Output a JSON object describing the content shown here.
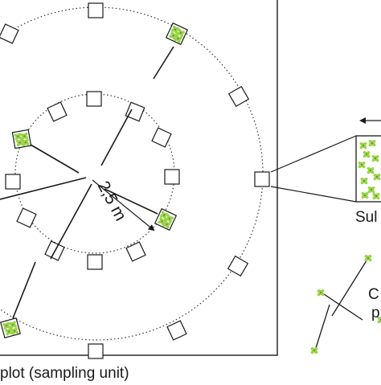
{
  "diagram": {
    "scale_label": "2,5 m",
    "plot_caption": "plot (sampling unit)",
    "subplot_caption": "Sul",
    "legend_caption_top": "C",
    "legend_caption_bottom": "p"
  },
  "colors": {
    "stroke": "#1a1a1a",
    "plant_fill": "#9bd34a",
    "plant_dark": "#4f8f1e",
    "background": "#ffffff"
  }
}
